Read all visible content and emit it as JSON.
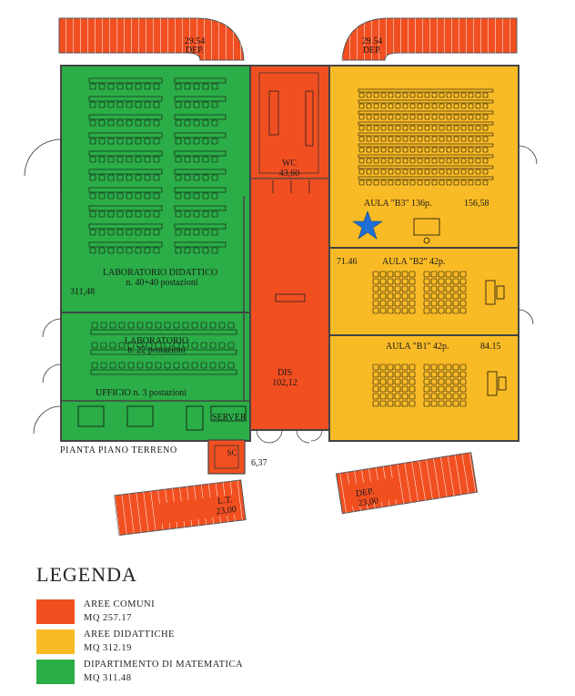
{
  "colors": {
    "common": "#f24f21",
    "teaching": "#f9bb25",
    "math": "#2bad47",
    "wall": "#444444",
    "furniture": "#111111",
    "star": "#1f6fd6"
  },
  "plan": {
    "caption": "PIANTA PIANO TERRENO",
    "icons": {
      "marker": "star-icon"
    },
    "rooms": {
      "dep_top_left": {
        "name": "DEP.",
        "area": "29.54"
      },
      "dep_top_right": {
        "name": "DEP.",
        "area": "29.54"
      },
      "wc": {
        "name": "WC",
        "area": "43,60"
      },
      "dis": {
        "name": "DIS",
        "area": "102,12"
      },
      "aula_b3": {
        "name": "AULA \"B3\" 136p.",
        "area": "156,58"
      },
      "aula_b2": {
        "name": "AULA \"B2\" 42p.",
        "area": "71.46"
      },
      "aula_b1": {
        "name": "AULA \"B1\" 42p.",
        "area": "84.15"
      },
      "lab_didattico": {
        "name": "LABORATORIO DIDATTICO",
        "detail": "n. 40+40 postazioni",
        "area": "311,48"
      },
      "laboratorio": {
        "name": "LABORATORIO",
        "detail": "n. 22 postazioni"
      },
      "ufficio": {
        "name": "UFFICIO n. 3 postazioni"
      },
      "server": {
        "name": "SERVER"
      },
      "sc": {
        "name": "SC",
        "area": "6,37"
      },
      "lt": {
        "name": "L.T.",
        "area": "23,00"
      },
      "dep_bottom": {
        "name": "DEP.",
        "area": "23,00"
      }
    }
  },
  "legend": {
    "title": "LEGENDA",
    "items": [
      {
        "name": "AREE COMUNI",
        "area": "MQ 257.17"
      },
      {
        "name": "AREE DIDATTICHE",
        "area": "MQ 312.19"
      },
      {
        "name": "DIPARTIMENTO DI MATEMATICA",
        "area": "MQ 311.48"
      }
    ]
  }
}
